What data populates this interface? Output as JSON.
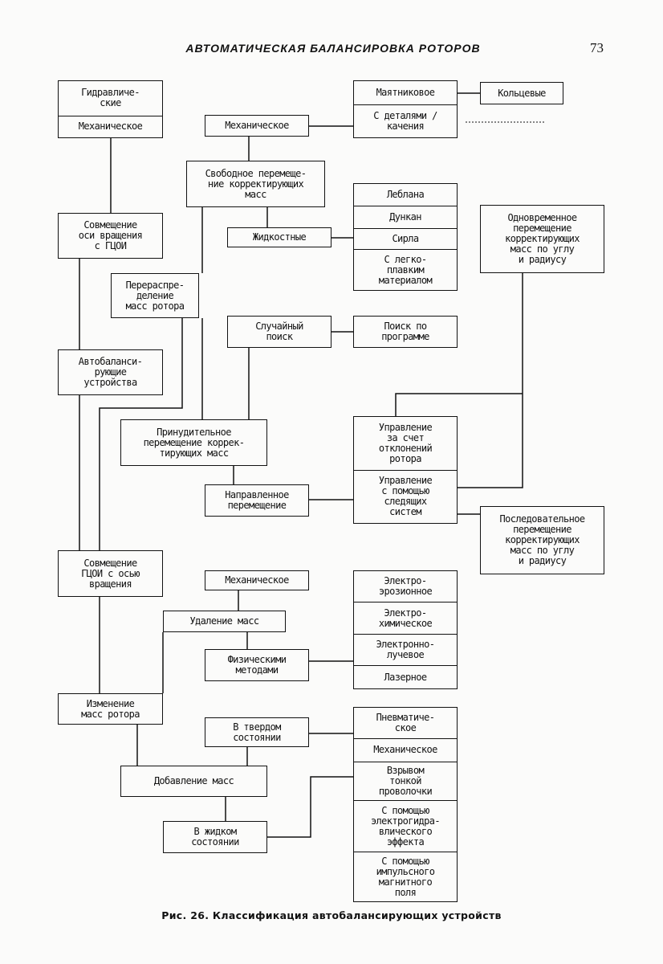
{
  "header": {
    "title": "АВТОМАТИЧЕСКАЯ БАЛАНСИРОВКА РОТОРОВ",
    "page_number": "73"
  },
  "nodes": {
    "drive_types": [
      "Гидравличе-\nские",
      "Механическое"
    ],
    "mech_top": "Механическое",
    "mech_kinds": [
      "Маятниковое",
      "С деталями /\nкачения"
    ],
    "ring": "Кольцевые",
    "free_move": "Свободное перемеще-\nние корректирующих\nмасс",
    "liquid_kinds": [
      "Леблана",
      "Дункан",
      "Сирла",
      "С легко-\nплавким\nматериалом"
    ],
    "liquid": "Жидкостные",
    "simultaneous": "Одновременное\nперемещение\nкорректирующих\nмасс по углу\nи радиусу",
    "align_axis": "Совмещение\nоси вращения\nс ГЦОИ",
    "redistribution": "Перераспре-\nделение\nмасс ротора",
    "random_search": "Случайный\nпоиск",
    "program_search": "Поиск по\nпрограмме",
    "auto_devices": "Автобаланси-\nрующие\nустройства",
    "forced_move": "Принудительное\nперемещение коррек-\nтирующих масс",
    "control_kinds": [
      "Управление\nза счет\nотклонений\nротора",
      "Управление\nс помощью\nследящих\nсистем"
    ],
    "directed_move": "Направленное\nперемещение",
    "sequential": "Последовательное\nперемещение\nкорректирующих\nмасс по углу\nи радиусу",
    "align_gcoi": "Совмещение\nГЦОИ с осью\nвращения",
    "mech_removal": "Механическое",
    "mass_removal": "Удаление масс",
    "physical": "Физическими\nметодами",
    "physical_kinds": [
      "Электро-\nэрозионное",
      "Электро-\nхимическое",
      "Электронно-\nлучевое",
      "Лазерное"
    ],
    "mass_change": "Изменение\nмасс ротора",
    "solid": "В твердом\nсостоянии",
    "mass_add": "Добавление масс",
    "liquid_state": "В жидком\nсостоянии",
    "add_kinds": [
      "Пневматиче-\nское",
      "Механическое",
      "Взрывом\nтонкой\nпроволочки",
      "С помощью\nэлектрогидра-\nвлического\nэффекта",
      "С помощью\nимпульсного\nмагнитного\nполя"
    ]
  },
  "caption": "Рис. 26. Классификация автобалансирующих устройств"
}
